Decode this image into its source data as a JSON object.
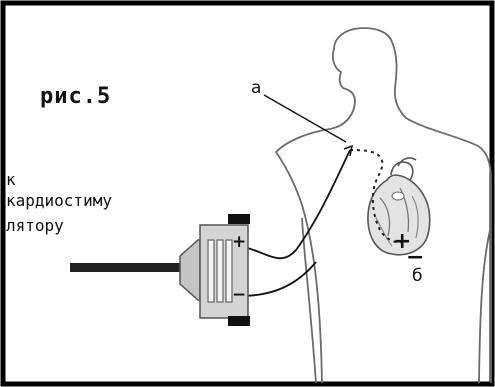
{
  "figure_label": "рис.5",
  "destination": {
    "line1": "к",
    "line2": "кардиостиму",
    "line3": "лятору"
  },
  "labels": {
    "a": "а",
    "b": "б"
  },
  "polarity": {
    "plus": "+",
    "minus": "−"
  },
  "colors": {
    "outline": "#6b6b6b",
    "ink": "#111111",
    "frame": "#000000",
    "background": "#ffffff",
    "connector_grey": "#c4c4c4"
  },
  "icons": {
    "pacemaker_connector": "connector-plug-icon",
    "heart": "heart-icon"
  }
}
